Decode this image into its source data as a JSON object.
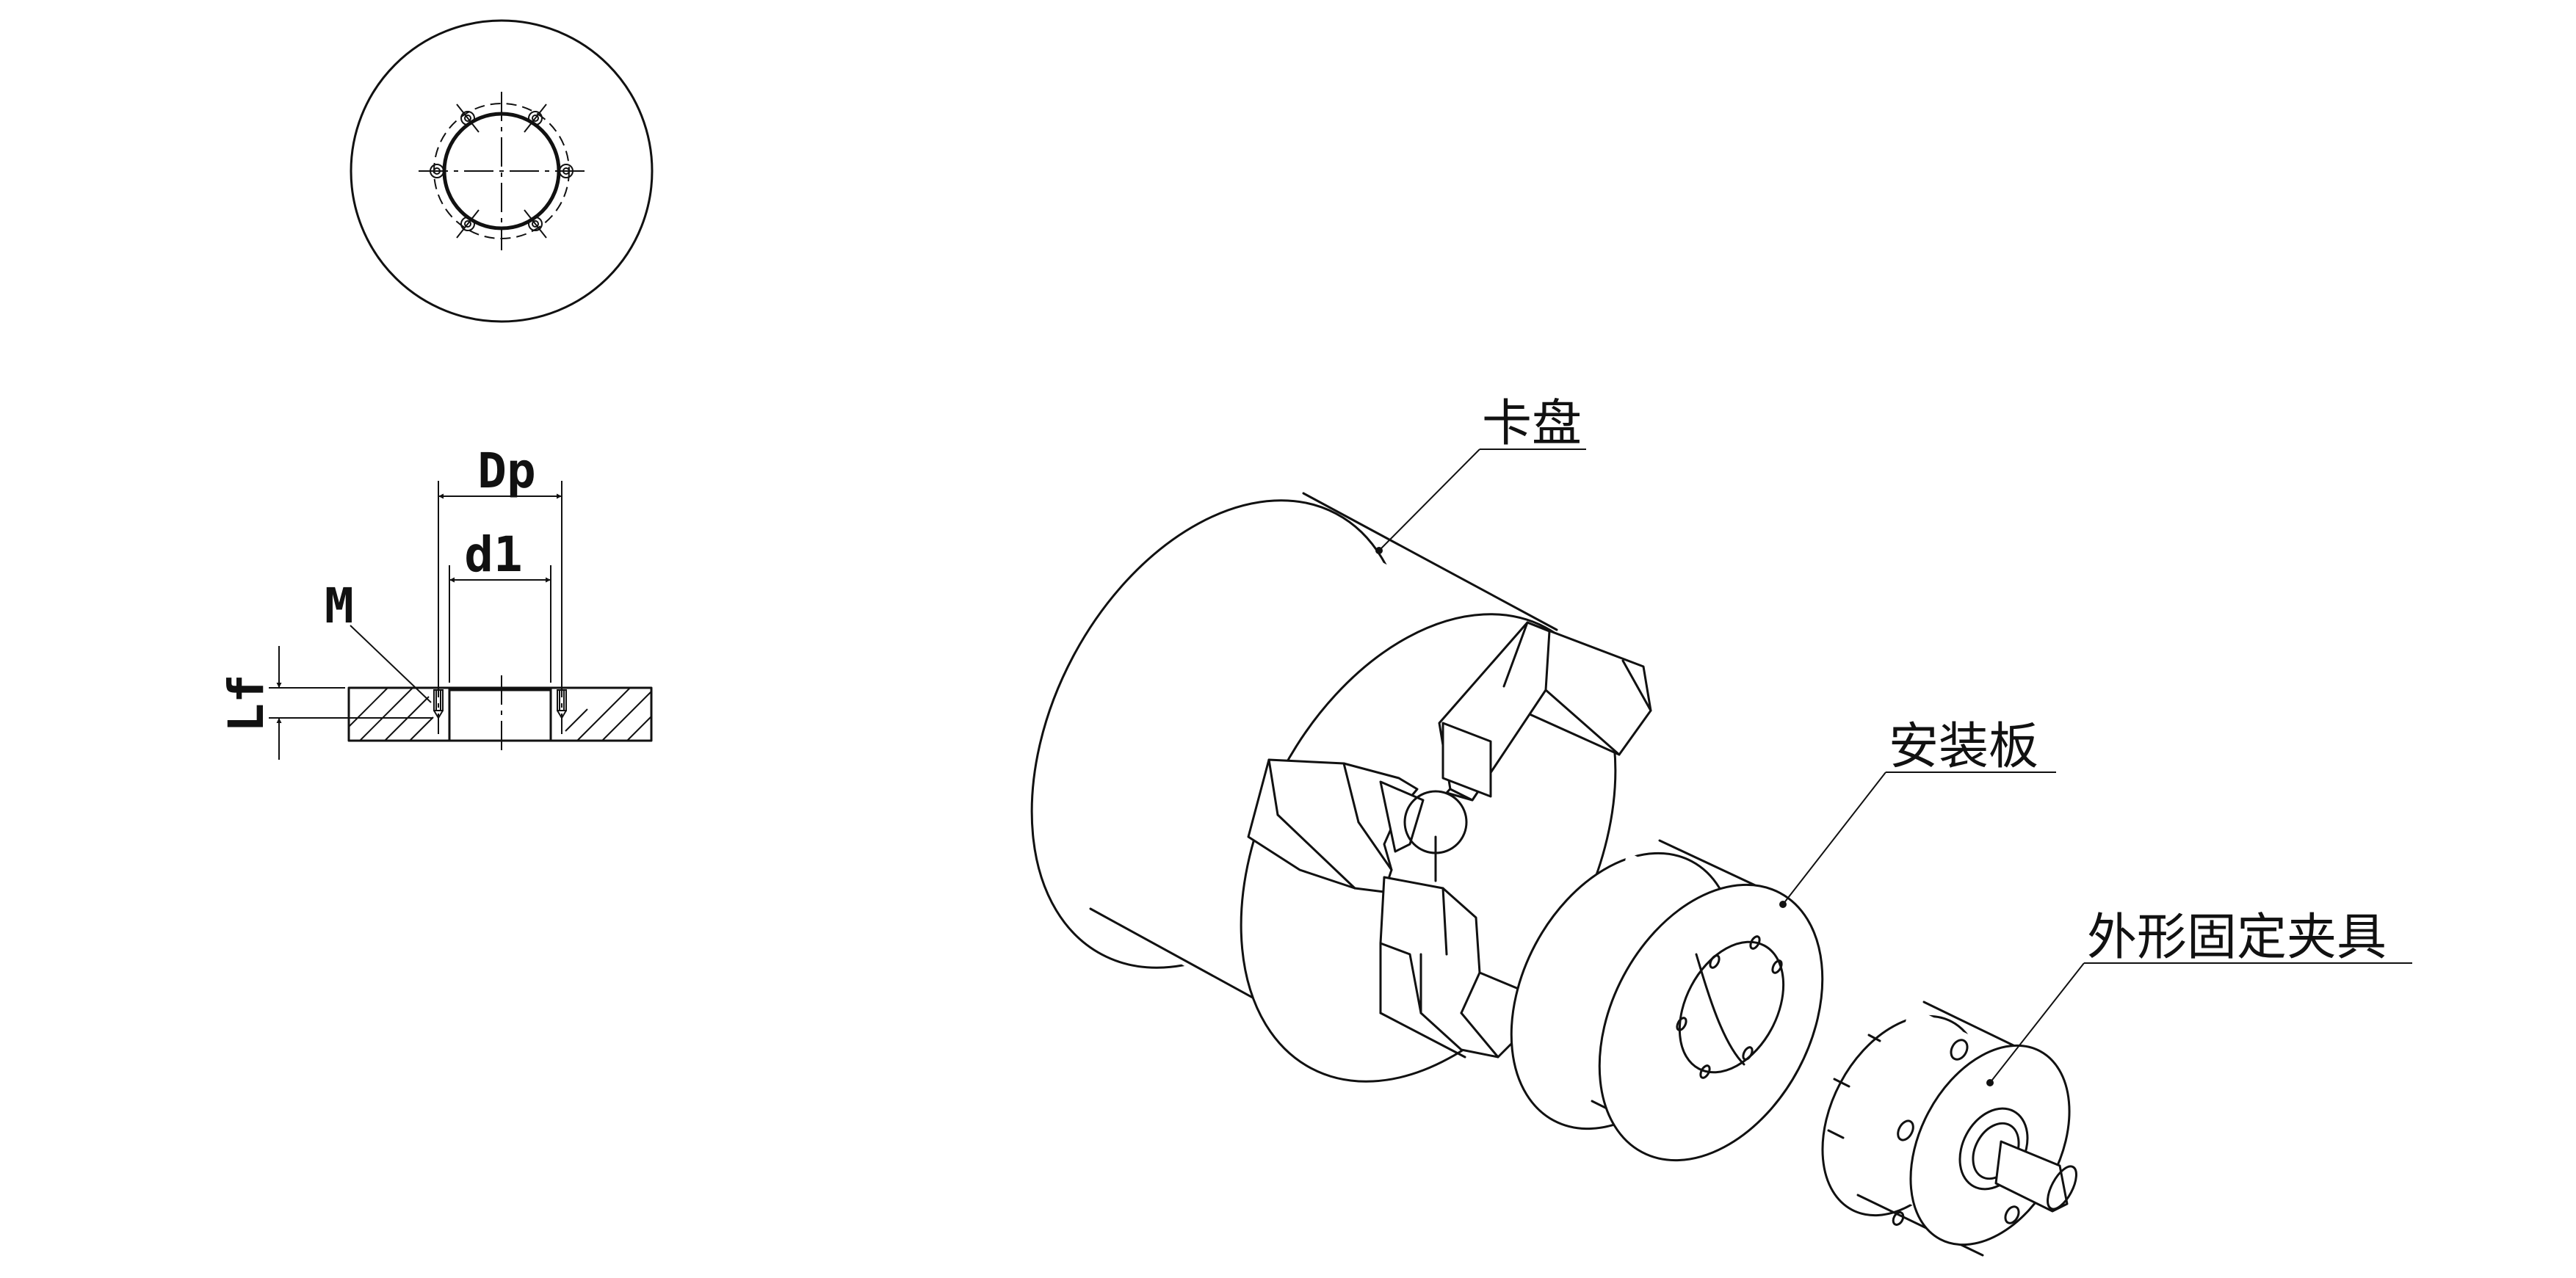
{
  "dimensions": {
    "dp": "Dp",
    "d1": "d1",
    "m": "M",
    "lf": "Lf"
  },
  "callouts": {
    "chuck": "卡盘",
    "mounting_plate": "安装板",
    "fixture": "外形固定夹具"
  }
}
